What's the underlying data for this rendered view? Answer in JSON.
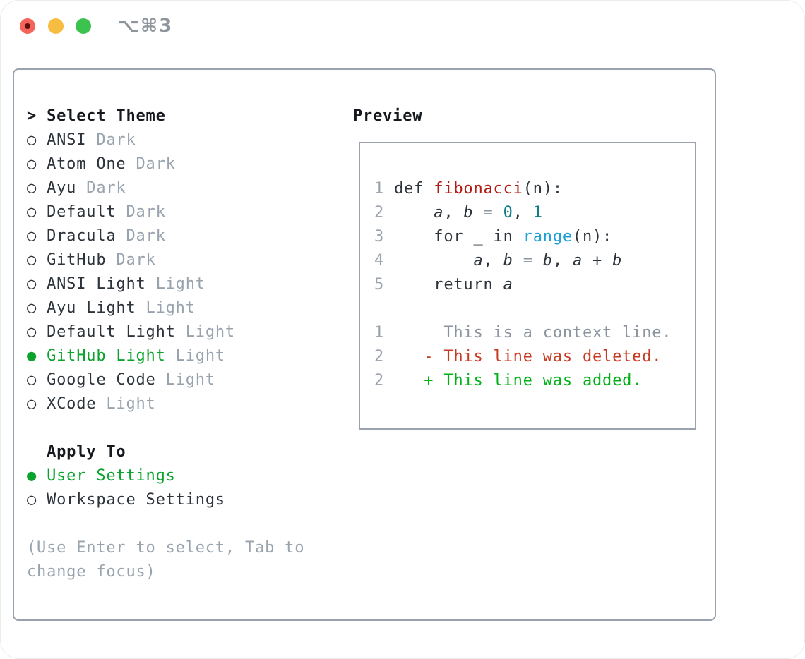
{
  "window": {
    "shortcut_label": "⌥⌘3"
  },
  "theme_picker": {
    "title_marker": ">",
    "title": "Select Theme",
    "themes": [
      {
        "name": "ANSI",
        "tag": "Dark",
        "selected": false
      },
      {
        "name": "Atom One",
        "tag": "Dark",
        "selected": false
      },
      {
        "name": "Ayu",
        "tag": "Dark",
        "selected": false
      },
      {
        "name": "Default",
        "tag": "Dark",
        "selected": false
      },
      {
        "name": "Dracula",
        "tag": "Dark",
        "selected": false
      },
      {
        "name": "GitHub",
        "tag": "Dark",
        "selected": false
      },
      {
        "name": "ANSI Light",
        "tag": "Light",
        "selected": false
      },
      {
        "name": "Ayu Light",
        "tag": "Light",
        "selected": false
      },
      {
        "name": "Default Light",
        "tag": "Light",
        "selected": false
      },
      {
        "name": "GitHub Light",
        "tag": "Light",
        "selected": true
      },
      {
        "name": "Google Code",
        "tag": "Light",
        "selected": false
      },
      {
        "name": "XCode",
        "tag": "Light",
        "selected": false
      }
    ],
    "radio_unselected_glyph": "○",
    "radio_selected_glyph": "●",
    "apply_to": {
      "title": "Apply To",
      "options": [
        {
          "name": "User Settings",
          "selected": true
        },
        {
          "name": "Workspace Settings",
          "selected": false
        }
      ]
    },
    "hint_line1": "(Use Enter to select, Tab to",
    "hint_line2": "change focus)"
  },
  "preview": {
    "title": "Preview",
    "code_lines": [
      {
        "tokens": [
          {
            "t": "1 ",
            "c": "gutter"
          },
          {
            "t": "def ",
            "c": "default"
          },
          {
            "t": "fibonacci",
            "c": "fn"
          },
          {
            "t": "(n):",
            "c": "default"
          }
        ]
      },
      {
        "tokens": [
          {
            "t": "2 ",
            "c": "gutter"
          },
          {
            "t": "    ",
            "c": "default"
          },
          {
            "t": "a",
            "c": "default",
            "i": true
          },
          {
            "t": ", ",
            "c": "default"
          },
          {
            "t": "b",
            "c": "default",
            "i": true
          },
          {
            "t": " ",
            "c": "default"
          },
          {
            "t": "=",
            "c": "op"
          },
          {
            "t": " ",
            "c": "default"
          },
          {
            "t": "0",
            "c": "number"
          },
          {
            "t": ", ",
            "c": "default"
          },
          {
            "t": "1",
            "c": "number"
          }
        ]
      },
      {
        "tokens": [
          {
            "t": "3 ",
            "c": "gutter"
          },
          {
            "t": "    for _ in ",
            "c": "default"
          },
          {
            "t": "range",
            "c": "builtin"
          },
          {
            "t": "(n):",
            "c": "default"
          }
        ]
      },
      {
        "tokens": [
          {
            "t": "4 ",
            "c": "gutter"
          },
          {
            "t": "        ",
            "c": "default"
          },
          {
            "t": "a",
            "c": "default",
            "i": true
          },
          {
            "t": ", ",
            "c": "default"
          },
          {
            "t": "b",
            "c": "default",
            "i": true
          },
          {
            "t": " ",
            "c": "default"
          },
          {
            "t": "=",
            "c": "op"
          },
          {
            "t": " ",
            "c": "default"
          },
          {
            "t": "b",
            "c": "default",
            "i": true
          },
          {
            "t": ", ",
            "c": "default"
          },
          {
            "t": "a",
            "c": "default",
            "i": true
          },
          {
            "t": " + ",
            "c": "default"
          },
          {
            "t": "b",
            "c": "default",
            "i": true
          }
        ]
      },
      {
        "tokens": [
          {
            "t": "5 ",
            "c": "gutter"
          },
          {
            "t": "    return ",
            "c": "default"
          },
          {
            "t": "a",
            "c": "default",
            "i": true
          }
        ]
      },
      {
        "tokens": []
      },
      {
        "tokens": [
          {
            "t": "1 ",
            "c": "gutter"
          },
          {
            "t": "     This is a context line.",
            "c": "ctx"
          }
        ]
      },
      {
        "tokens": [
          {
            "t": "2 ",
            "c": "gutter"
          },
          {
            "t": "   - This line was deleted.",
            "c": "del"
          }
        ]
      },
      {
        "tokens": [
          {
            "t": "2 ",
            "c": "gutter"
          },
          {
            "t": "   + This line was added.",
            "c": "add"
          }
        ]
      }
    ]
  },
  "colors": {
    "text": "#2d333b",
    "header_text": "#15191d",
    "muted": "#99a3ae",
    "accent_green": "#0ba32d",
    "added_green": "#00b116",
    "deleted_red": "#c73a22",
    "function_red": "#b11d15",
    "number_teal": "#0e7b84",
    "builtin_blue": "#209fd6",
    "op_gray": "#8b949e",
    "ctx_gray": "#8b949e",
    "border": "#9aa2af",
    "traffic_red": "#f4635a",
    "traffic_red_dot": "#5c0f0b",
    "traffic_yellow": "#f7bd40",
    "traffic_green": "#3bc24f",
    "shortcut_gray": "#8e949b"
  }
}
